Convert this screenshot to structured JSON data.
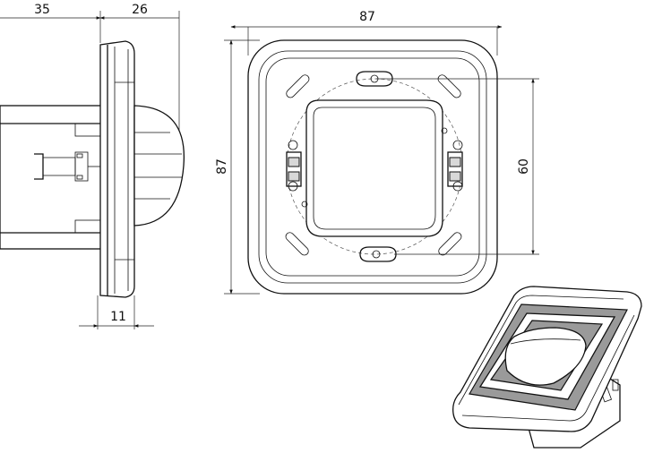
{
  "dimensions": {
    "side_depth": "35",
    "side_front": "26",
    "side_frame": "11",
    "front_width": "87",
    "front_height": "87",
    "front_mounting": "60"
  }
}
